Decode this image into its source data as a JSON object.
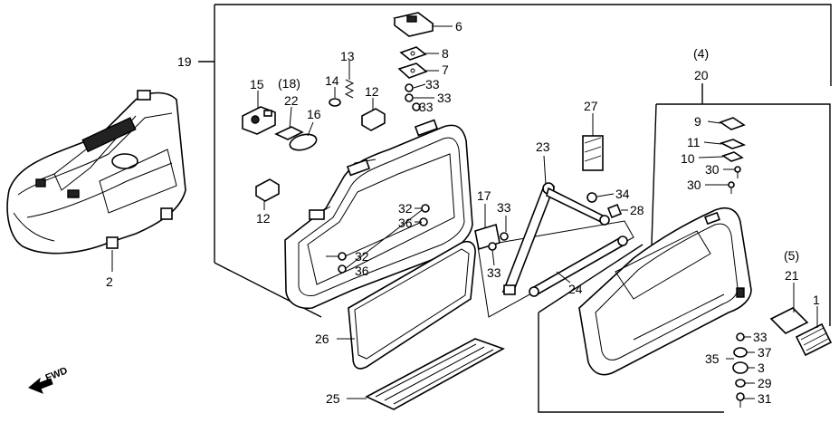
{
  "diagram": {
    "callouts": [
      {
        "id": "c6",
        "text": "6"
      },
      {
        "id": "c8",
        "text": "8"
      },
      {
        "id": "c7",
        "text": "7"
      },
      {
        "id": "c33a",
        "text": "33"
      },
      {
        "id": "c33b",
        "text": "33"
      },
      {
        "id": "c33c",
        "text": "33"
      },
      {
        "id": "c19",
        "text": "19"
      },
      {
        "id": "c18",
        "text": "(18)"
      },
      {
        "id": "c15",
        "text": "15"
      },
      {
        "id": "c22",
        "text": "22"
      },
      {
        "id": "c13",
        "text": "13"
      },
      {
        "id": "c14",
        "text": "14"
      },
      {
        "id": "c12a",
        "text": "12"
      },
      {
        "id": "c16",
        "text": "16"
      },
      {
        "id": "c12b",
        "text": "12"
      },
      {
        "id": "c27",
        "text": "27"
      },
      {
        "id": "c4",
        "text": "(4)"
      },
      {
        "id": "c20",
        "text": "20"
      },
      {
        "id": "c9",
        "text": "9"
      },
      {
        "id": "c11",
        "text": "11"
      },
      {
        "id": "c10",
        "text": "10"
      },
      {
        "id": "c30a",
        "text": "30"
      },
      {
        "id": "c30b",
        "text": "30"
      },
      {
        "id": "c23",
        "text": "23"
      },
      {
        "id": "c34",
        "text": "34"
      },
      {
        "id": "c28",
        "text": "28"
      },
      {
        "id": "c17",
        "text": "17"
      },
      {
        "id": "c33d",
        "text": "33"
      },
      {
        "id": "c32a",
        "text": "32"
      },
      {
        "id": "c36a",
        "text": "36"
      },
      {
        "id": "c32b",
        "text": "32"
      },
      {
        "id": "c36b",
        "text": "36"
      },
      {
        "id": "c33e",
        "text": "33"
      },
      {
        "id": "c24",
        "text": "24"
      },
      {
        "id": "c2",
        "text": "2"
      },
      {
        "id": "c26",
        "text": "26"
      },
      {
        "id": "c25",
        "text": "25"
      },
      {
        "id": "c5",
        "text": "(5)"
      },
      {
        "id": "c21",
        "text": "21"
      },
      {
        "id": "c1",
        "text": "1"
      },
      {
        "id": "c33f",
        "text": "33"
      },
      {
        "id": "c37",
        "text": "37"
      },
      {
        "id": "c35",
        "text": "35"
      },
      {
        "id": "c3",
        "text": "3"
      },
      {
        "id": "c29",
        "text": "29"
      },
      {
        "id": "c31",
        "text": "31"
      }
    ],
    "fwd_label": "FWD"
  }
}
